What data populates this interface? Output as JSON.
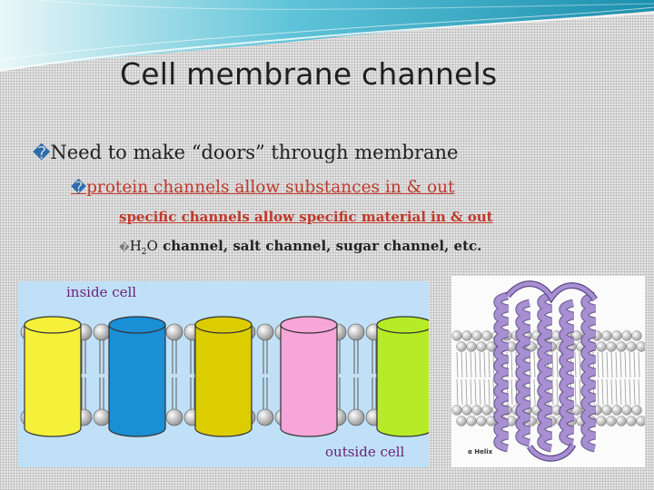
{
  "slide": {
    "title": "Cell membrane channels",
    "bullets": {
      "level1": "Need to make “doors” through membrane",
      "level2": "protein channels allow substances in & out",
      "level3_specific": "specific channels allow specific material in & out",
      "level3_examples": {
        "prefix_h": "H",
        "subscript": "2",
        "o": "O",
        "rest": " channel, salt channel, sugar channel, etc."
      }
    },
    "bullet_glyph": "�"
  },
  "membrane_figure": {
    "inside_label": "inside cell",
    "outside_label": "outside cell",
    "channel_colors": [
      "#f5f03a",
      "#1a8fd6",
      "#dccd00",
      "#f7a6d9",
      "#b6ec27"
    ],
    "background_color": "#bfe0f7"
  },
  "helix_figure": {
    "label": "α Helix",
    "helix_color": "#a78fd1"
  },
  "colors": {
    "accent_red": "#c0392b",
    "label_purple": "#6b1f74",
    "swoosh_teal": "#3fb8cf"
  }
}
